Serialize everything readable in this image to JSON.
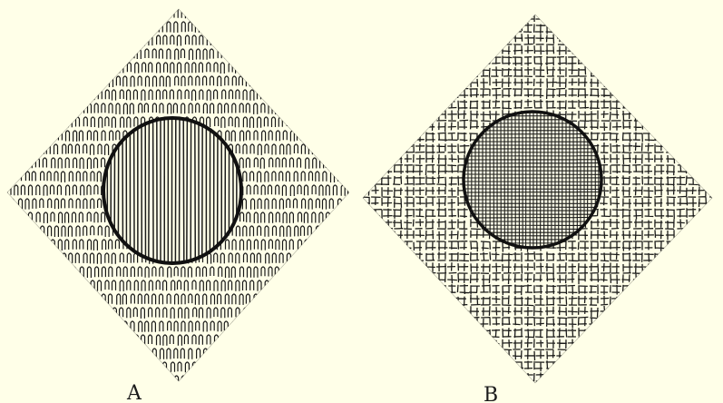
{
  "figure": {
    "background_color": "#ffffe8",
    "ink_color": "#1a1a1a",
    "panels": [
      {
        "label": "A",
        "outer_pattern": "loop-stitch",
        "inner_pattern": "vertical-lines"
      },
      {
        "label": "B",
        "outer_pattern": "crosshatch-weave",
        "inner_pattern": "fine-crosshatch"
      }
    ]
  }
}
